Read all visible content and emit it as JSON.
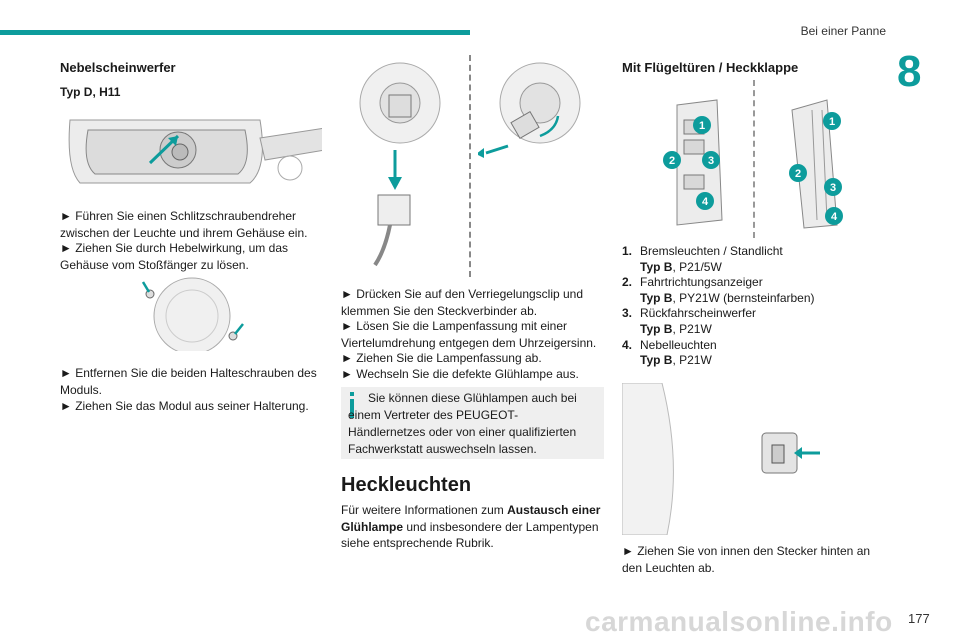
{
  "header": {
    "chapter_title": "Bei einer Panne",
    "chapter_number": "8",
    "page_number": "177",
    "watermark": "carmanualsonline.info"
  },
  "col1": {
    "heading": "Nebelscheinwerfer",
    "subheading": "Typ D, H11",
    "step1": "► Führen Sie einen Schlitzschraubendreher zwischen der Leuchte und ihrem Gehäuse ein.",
    "step2": "► Ziehen Sie durch Hebelwirkung, um das Gehäuse vom Stoßfänger zu lösen.",
    "step3": "► Entfernen Sie die beiden Halteschrauben des Moduls.",
    "step4": "► Ziehen Sie das Modul aus seiner Halterung."
  },
  "col2": {
    "step1": "► Drücken Sie auf den Verriegelungsclip und klemmen Sie den Steckverbinder ab.",
    "step2": "► Lösen Sie die Lampenfassung mit einer Viertelumdrehung entgegen dem Uhrzeigersinn.",
    "step3": "► Ziehen Sie die Lampenfassung ab.",
    "step4": "► Wechseln Sie die defekte Glühlampe aus.",
    "info": "Sie können diese Glühlampen auch bei einem Vertreter des PEUGEOT-Händlernetzes oder von einer qualifizierten Fachwerkstatt auswechseln lassen.",
    "section_title": "Heckleuchten",
    "body_pre": "Für weitere Informationen zum ",
    "body_bold": "Austausch einer Glühlampe",
    "body_post": " und insbesondere der Lampentypen siehe entsprechende Rubrik."
  },
  "col3": {
    "heading": "Mit Flügeltüren / Heckklappe",
    "items": [
      {
        "num": "1.",
        "label": "Bremsleuchten / Standlicht",
        "type_label": "Typ B",
        "type_value": ", P21/5W"
      },
      {
        "num": "2.",
        "label": "Fahrtrichtungsanzeiger",
        "type_label": "Typ B",
        "type_value": ", PY21W (bernsteinfarben)"
      },
      {
        "num": "3.",
        "label": "Rückfahrscheinwerfer",
        "type_label": "Typ B",
        "type_value": ", P21W"
      },
      {
        "num": "4.",
        "label": "Nebelleuchten",
        "type_label": "Typ B",
        "type_value": ", P21W"
      }
    ],
    "callouts": [
      "1",
      "2",
      "3",
      "4"
    ],
    "final_step": "► Ziehen Sie von innen den Stecker hinten an den Leuchten ab."
  },
  "colors": {
    "accent": "#0d9c9c",
    "info_bg": "#efefef",
    "callout": "#0d9c9c"
  }
}
